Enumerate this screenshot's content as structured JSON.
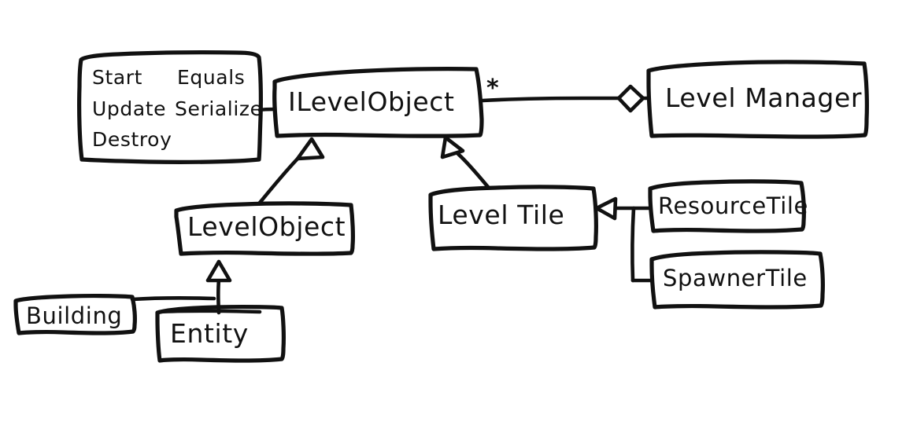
{
  "diagram": {
    "kind": "uml-class-diagram",
    "style": "hand-drawn-sketch",
    "ink_color": "#111111",
    "background_color": "#ffffff",
    "classes": [
      {
        "id": "ilevelobject",
        "name": "ILevelObject"
      },
      {
        "id": "levelmanager",
        "name": "Level Manager"
      },
      {
        "id": "levelobject",
        "name": "LevelObject"
      },
      {
        "id": "leveltile",
        "name": "Level Tile"
      },
      {
        "id": "resourcetile",
        "name": "ResourceTile"
      },
      {
        "id": "spawnertile",
        "name": "SpawnerTile"
      },
      {
        "id": "building",
        "name": "Building"
      },
      {
        "id": "entity",
        "name": "Entity"
      }
    ],
    "methods_note": {
      "id": "ilevelobject-members",
      "column_left": [
        "Start",
        "Update",
        "Destroy"
      ],
      "column_right": [
        "Equals",
        "Serialize"
      ],
      "rows": [
        {
          "left": "Start",
          "right": "Equals"
        },
        {
          "left": "Update",
          "right": "Serialize"
        },
        {
          "left": "Destroy",
          "right": ""
        }
      ]
    },
    "multiplicity": {
      "ilevelobject_end": "*"
    },
    "relationships": [
      {
        "type": "aggregation",
        "from": "levelmanager",
        "to": "ilevelobject",
        "multiplicity": "*"
      },
      {
        "type": "realization",
        "from": "levelobject",
        "to": "ilevelobject"
      },
      {
        "type": "realization",
        "from": "leveltile",
        "to": "ilevelobject"
      },
      {
        "type": "generalization",
        "from": "resourcetile",
        "to": "leveltile"
      },
      {
        "type": "generalization",
        "from": "spawnertile",
        "to": "leveltile"
      },
      {
        "type": "generalization",
        "from": "building",
        "to": "levelobject"
      },
      {
        "type": "generalization",
        "from": "entity",
        "to": "levelobject"
      },
      {
        "type": "note-link",
        "from": "ilevelobject-members",
        "to": "ilevelobject"
      }
    ]
  }
}
